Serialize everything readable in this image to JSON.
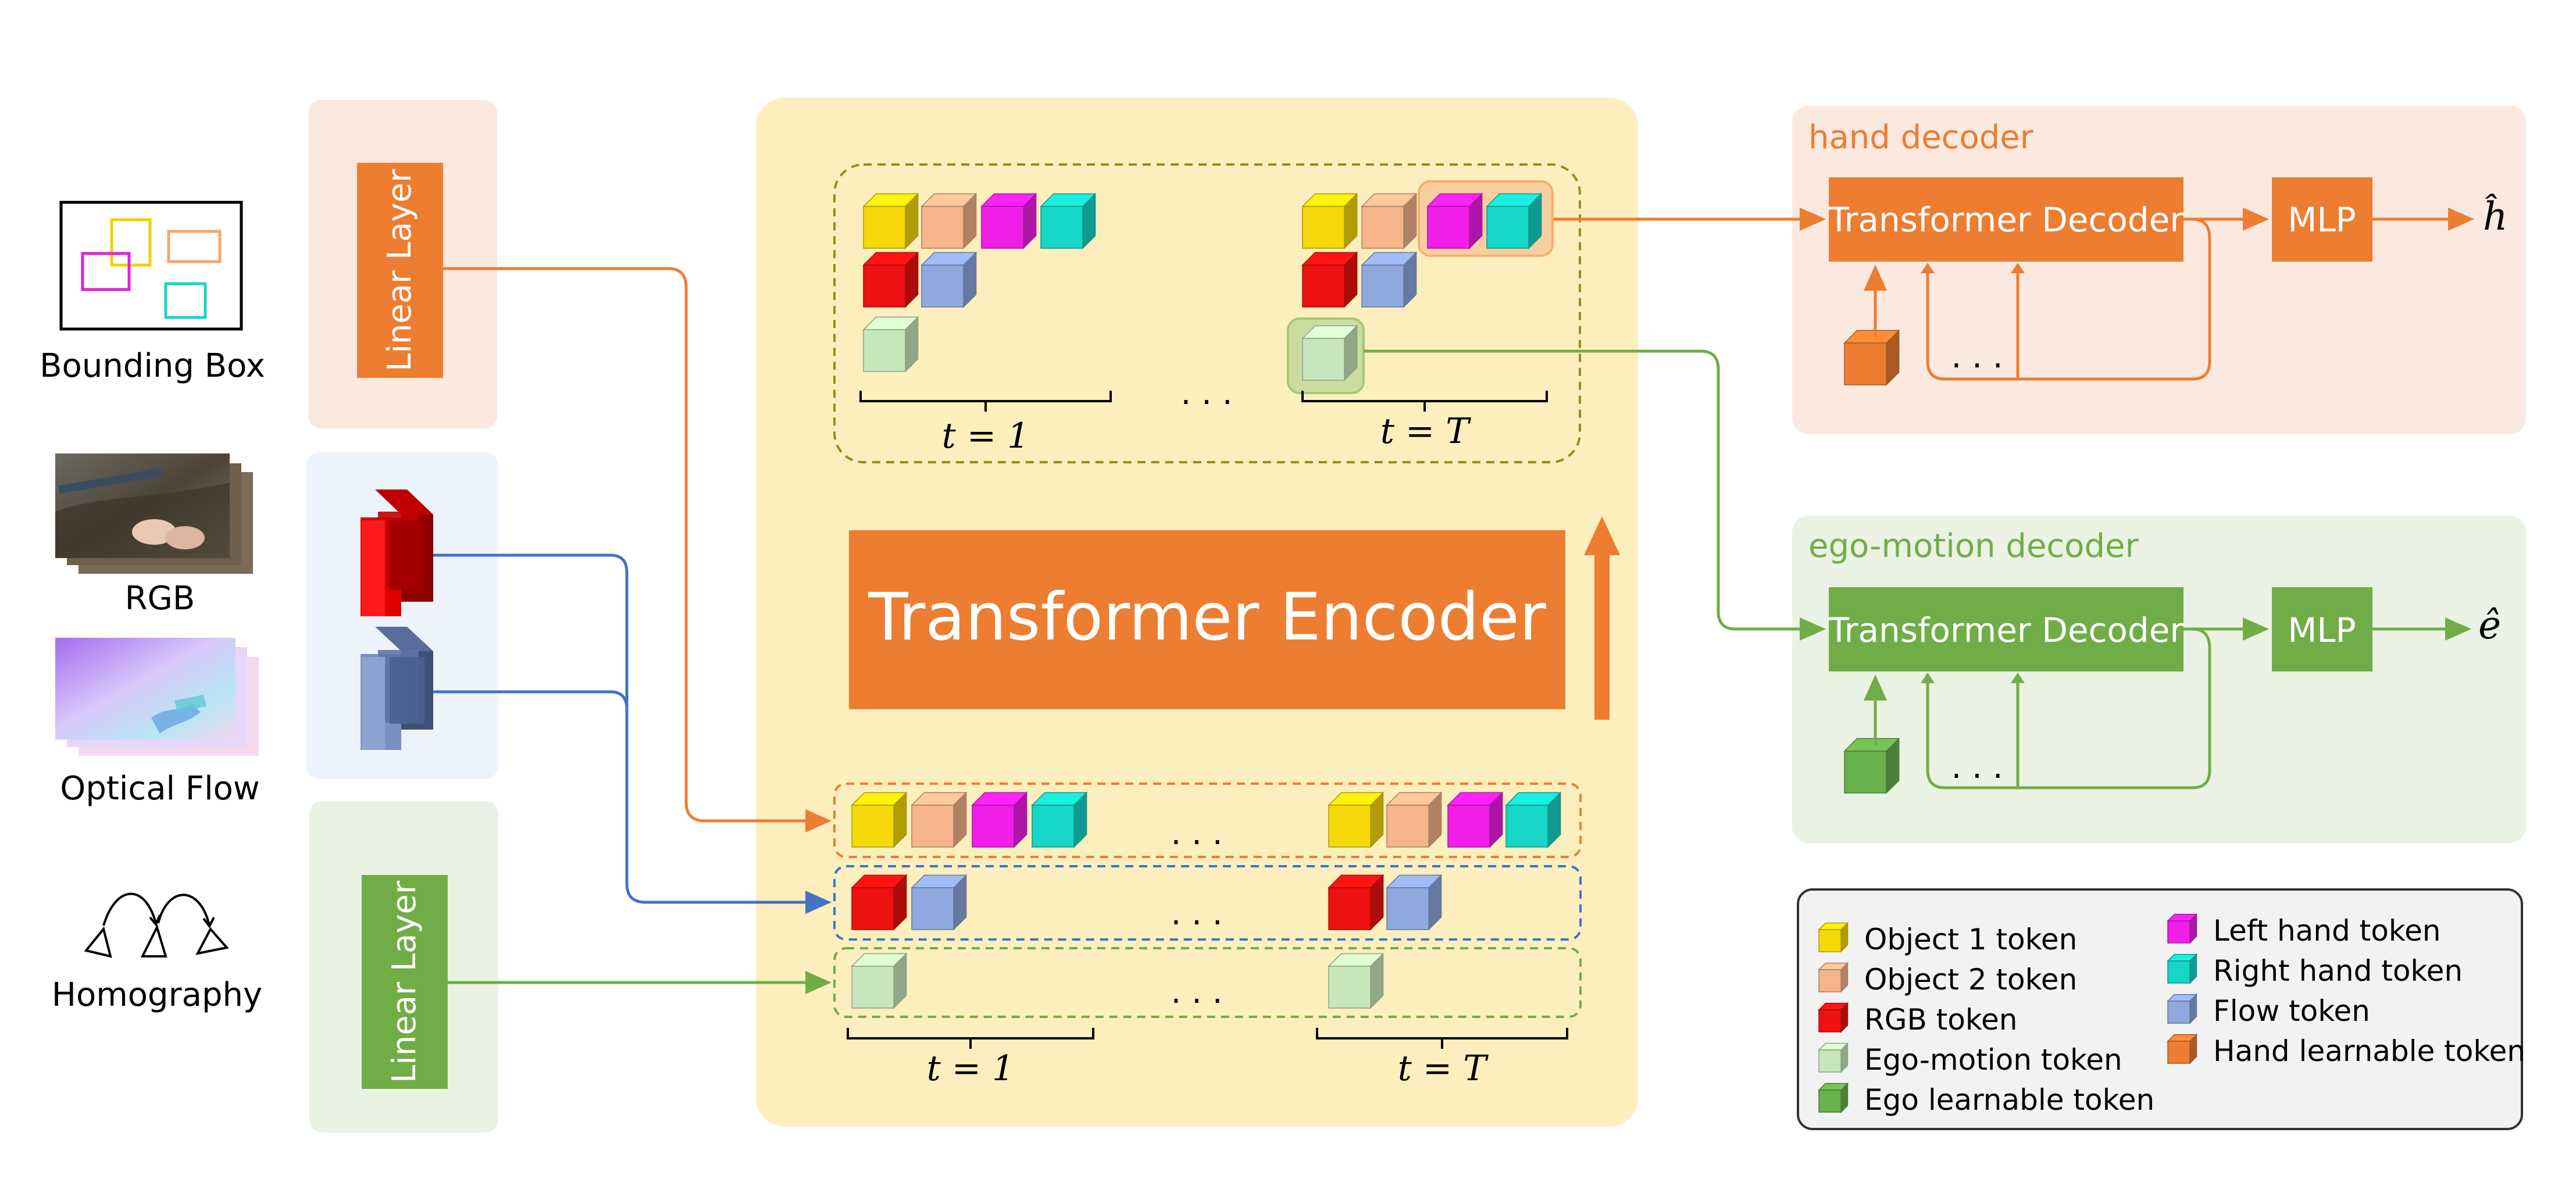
{
  "colors": {
    "yellow": "#f5d80a",
    "peach": "#f5b48a",
    "magenta": "#f01ee6",
    "cyan": "#16d6c8",
    "red": "#ee1111",
    "blue": "#8fa8de",
    "lightgreen": "#c8e6bc",
    "darkgreen": "#6ab04c",
    "orange": "#ed7d31",
    "green": "#70ad47",
    "arrow_blue": "#4472c4",
    "encoder_bg": "#fdeebe"
  },
  "inputs": {
    "bbox_label": "Bounding Box",
    "rgb_label": "RGB",
    "flow_label": "Optical Flow",
    "homography_label": "Homography"
  },
  "linear_layer_top": "Linear Layer",
  "linear_layer_bottom": "Linear Layer",
  "encoder": {
    "label": "Transformer Encoder"
  },
  "time_labels": {
    "t1": "t = 1",
    "tT": "t = T",
    "dots": ". . ."
  },
  "hand_decoder": {
    "title": "hand decoder",
    "block": "Transformer Decoder",
    "mlp": "MLP",
    "output": "ĥ",
    "dots": ". . ."
  },
  "ego_decoder": {
    "title": "ego-motion decoder",
    "block": "Transformer Decoder",
    "mlp": "MLP",
    "output": "ê",
    "dots": ". . ."
  },
  "legend": [
    {
      "label": "Object 1 token",
      "icon": "cube-yellow"
    },
    {
      "label": "Object 2 token",
      "icon": "cube-peach"
    },
    {
      "label": "RGB token",
      "icon": "cube-red"
    },
    {
      "label": "Ego-motion token",
      "icon": "cube-lightgreen"
    },
    {
      "label": "Ego learnable token",
      "icon": "cube-darkgreen"
    },
    {
      "label": "Left hand token",
      "icon": "cube-magenta"
    },
    {
      "label": "Right hand token",
      "icon": "cube-cyan"
    },
    {
      "label": "Flow token",
      "icon": "cube-blue"
    },
    {
      "label": "Hand learnable token",
      "icon": "cube-orange"
    }
  ]
}
